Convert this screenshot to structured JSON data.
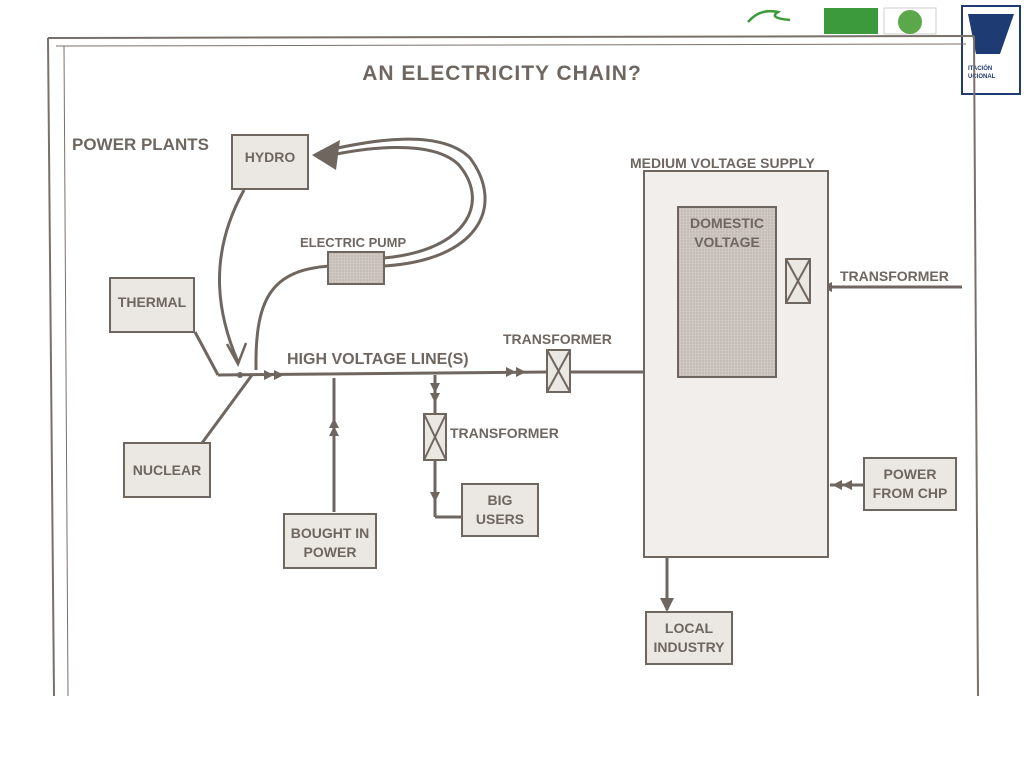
{
  "title": "AN ELECTRICITY CHAIN?",
  "group_labels": {
    "power_plants": "POWER PLANTS",
    "high_voltage_line": "HIGH VOLTAGE LINE(S)",
    "medium_voltage_supply": "MEDIUM VOLTAGE SUPPLY",
    "electric_pump": "ELECTRIC PUMP"
  },
  "nodes": {
    "hydro": "HYDRO",
    "thermal": "THERMAL",
    "nuclear": "NUCLEAR",
    "bought_in_power_1": "BOUGHT IN",
    "bought_in_power_2": "POWER",
    "big_users_1": "BIG",
    "big_users_2": "USERS",
    "domestic_voltage_1": "DOMESTIC",
    "domestic_voltage_2": "VOLTAGE",
    "power_from_chp_1": "POWER",
    "power_from_chp_2": "FROM CHP",
    "local_industry_1": "LOCAL",
    "local_industry_2": "INDUSTRY"
  },
  "transformer_labels": {
    "main": "TRANSFORMER",
    "branch": "TRANSFORMER",
    "domestic": "TRANSFORMER"
  },
  "logo": {
    "line1": "ITACIÓN",
    "line2": "UCIONAL"
  },
  "colors": {
    "ink": "#6f6660",
    "box_fill": "#ebe7e3",
    "shaded_fill": "#cfc8c2",
    "frame": "#7a706a",
    "logo_blue": "#1f3b74",
    "logo_green": "#3c9a3c"
  }
}
